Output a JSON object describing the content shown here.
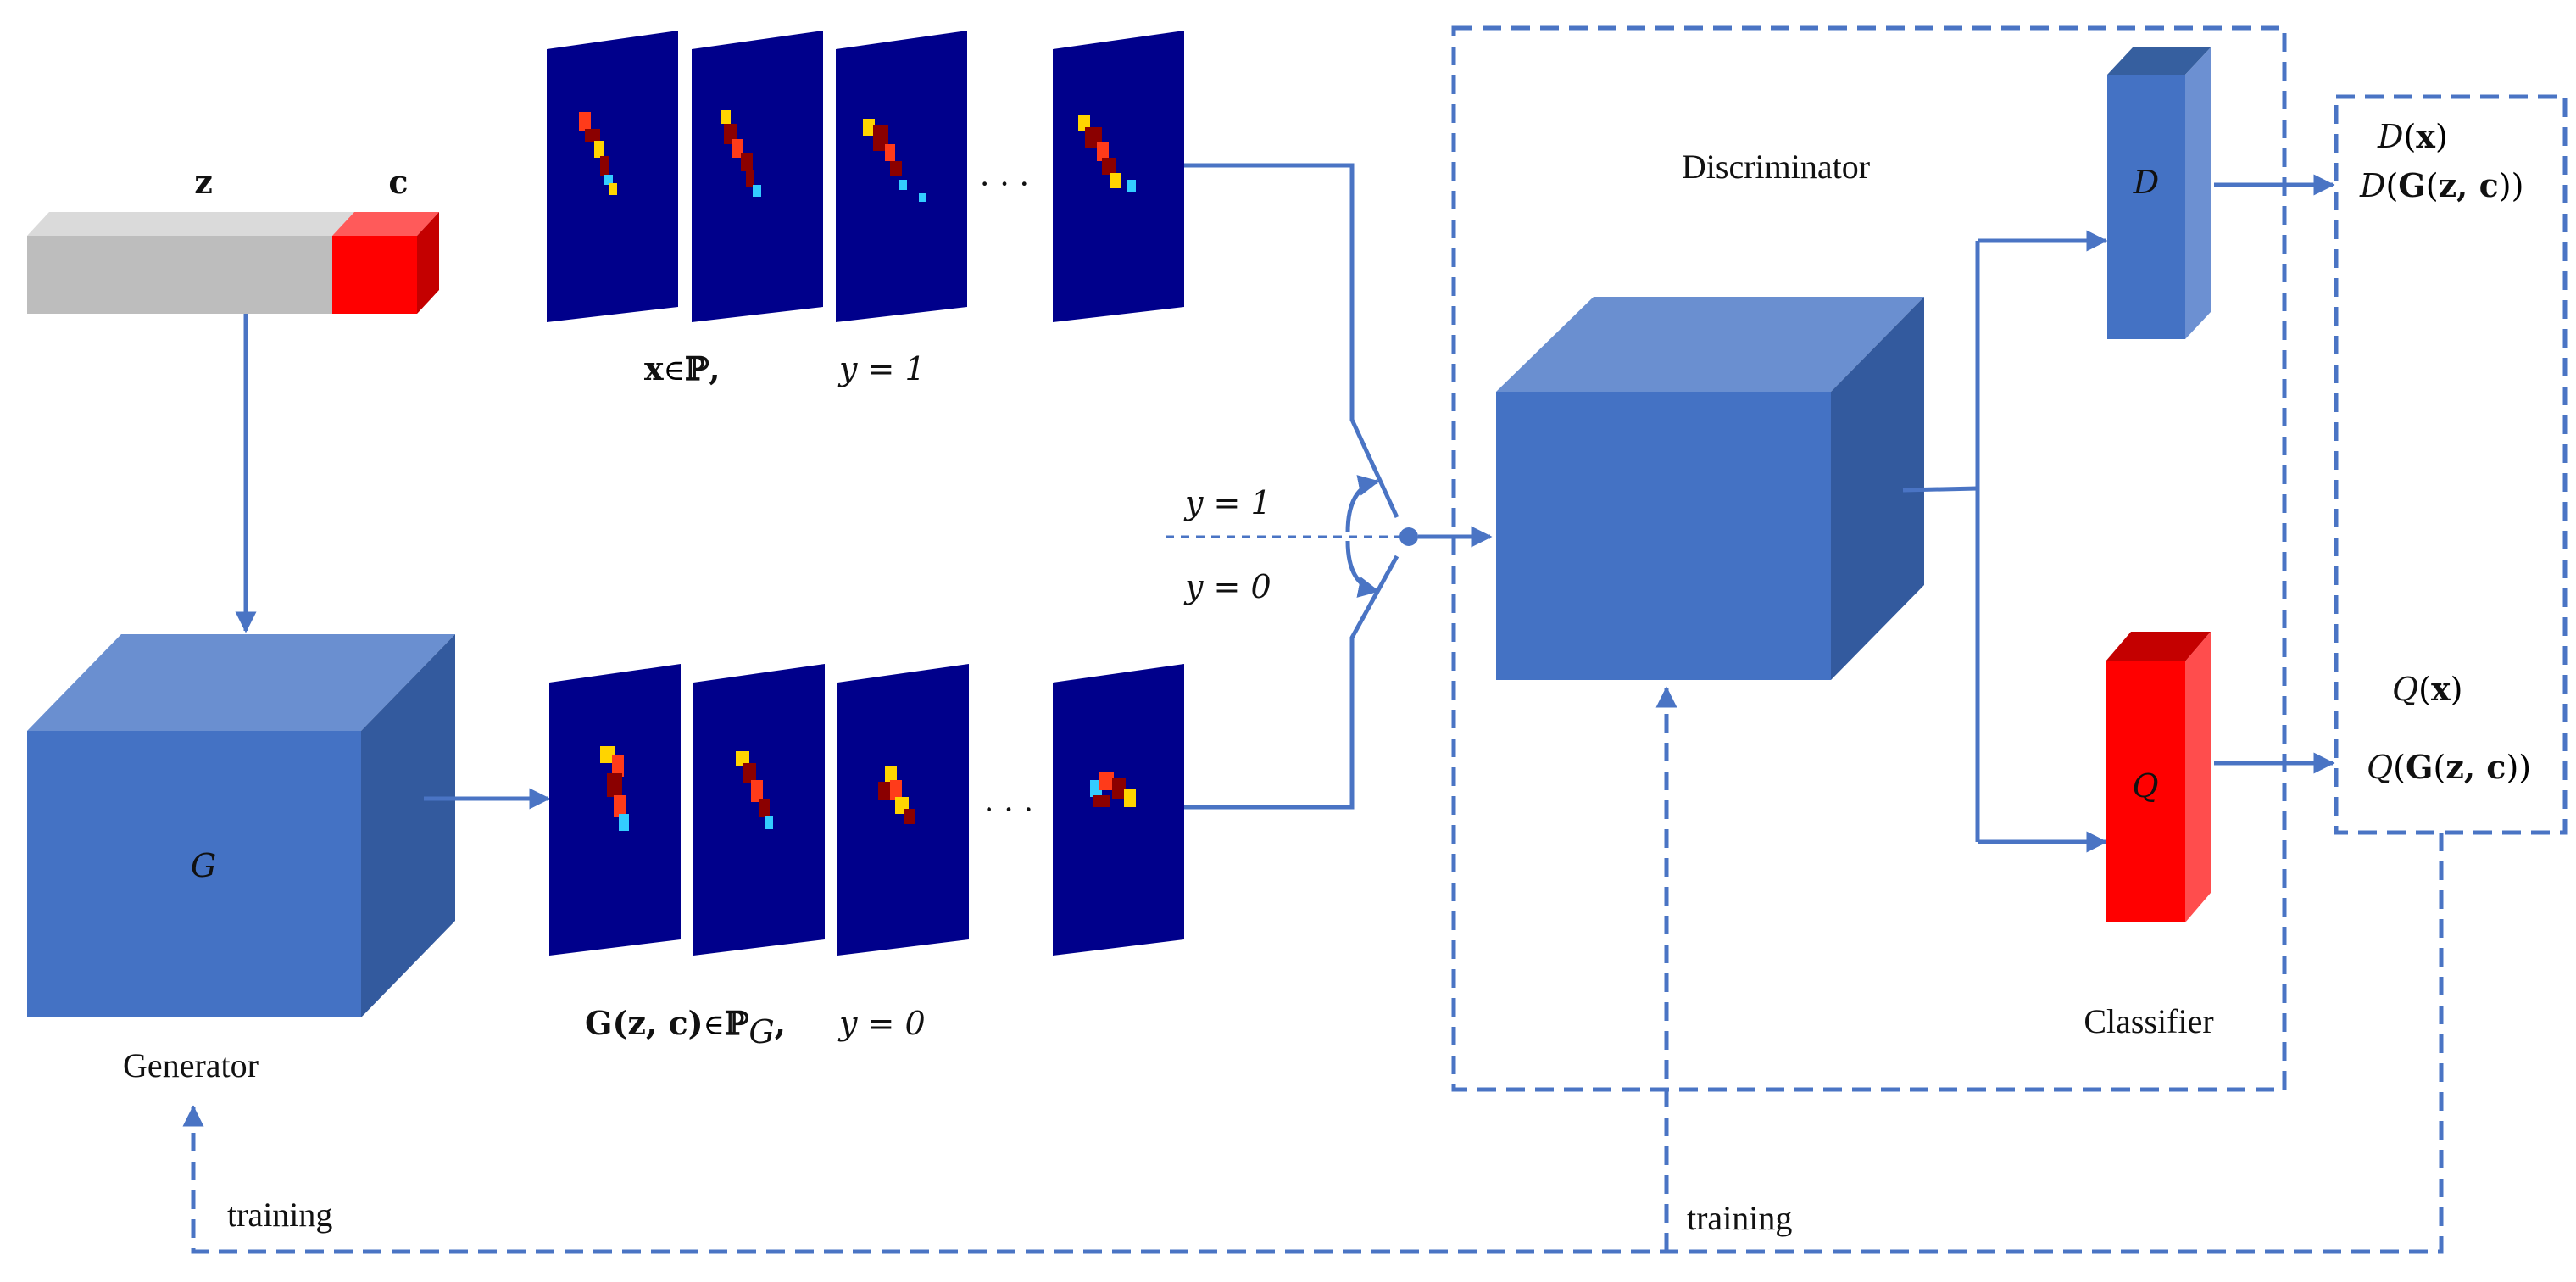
{
  "latent": {
    "z_label": "z",
    "c_label": "c",
    "z_color": "#bdbdbd",
    "c_color": "#ff0000"
  },
  "generator": {
    "symbol": "G",
    "caption": "Generator",
    "color": "#4472c4"
  },
  "real_samples": {
    "label_x": "x",
    "label_in": "∈",
    "label_P": "ℙ,",
    "label_y": "y = 1",
    "ellipsis": "· · ·"
  },
  "fake_samples": {
    "label_G": "G",
    "label_args": "(z, c)",
    "label_in": "∈",
    "label_P": "ℙ",
    "label_sub": "G",
    "label_comma": ",",
    "label_y": "y = 0",
    "ellipsis": "· · ·"
  },
  "switch": {
    "upper_label": "y = 1",
    "lower_label": "y = 0"
  },
  "discriminator": {
    "caption": "Discriminator",
    "classifier_caption": "Classifier",
    "color": "#4472c4"
  },
  "heads": {
    "D": {
      "symbol": "D",
      "color": "#4472c4"
    },
    "Q": {
      "symbol": "Q",
      "color": "#ff0000"
    }
  },
  "outputs": {
    "D_real_fn": "D",
    "D_real_arg": "x",
    "D_fake_fn": "D",
    "D_fake_G": "G",
    "D_fake_args": "z, c",
    "Q_real_fn": "Q",
    "Q_real_arg": "x",
    "Q_fake_fn": "Q",
    "Q_fake_G": "G",
    "Q_fake_args": "z, c"
  },
  "training": {
    "left_label": "training",
    "right_label": "training"
  },
  "colors": {
    "flow": "#4a74c4",
    "heatmap_bg": "#00008b"
  }
}
